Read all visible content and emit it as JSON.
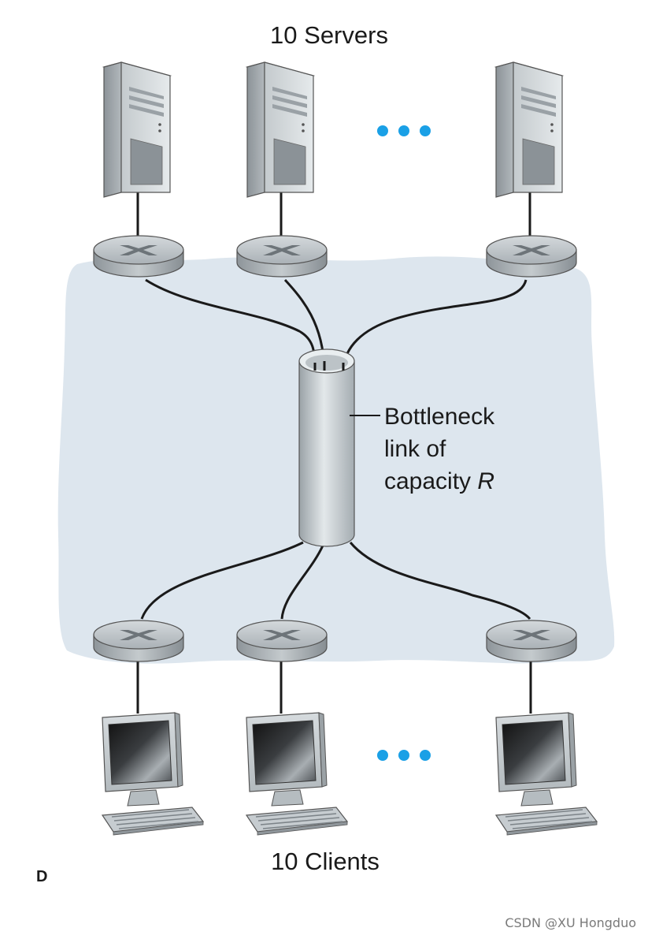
{
  "servers_label": "10 Servers",
  "clients_label": "10 Clients",
  "bottleneck": {
    "line1": "Bottleneck",
    "line2": "link of",
    "line3_prefix": "capacity ",
    "line3_var": "R"
  },
  "corner_label": "D",
  "watermark": "CSDN @XU Hongduo",
  "colors": {
    "network_cloud": "#dde6ee",
    "ellipsis_dots": "#1aa0e6",
    "router": "#a9b0b5",
    "link": "#1a1a1a"
  }
}
